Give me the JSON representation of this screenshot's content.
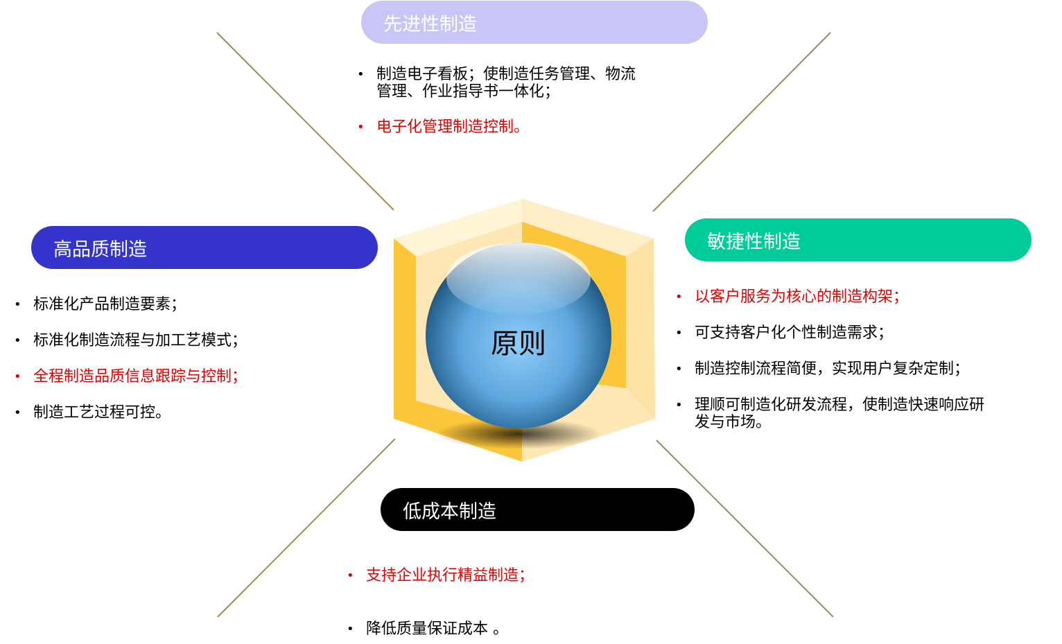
{
  "colors": {
    "connector": "#a08a55",
    "pill_top": "#c8c6f6",
    "pill_left": "#3434cc",
    "pill_right": "#00cc99",
    "pill_bottom": "#000000",
    "bullet_red": "#e00000",
    "hex_gold": "#fcc63a",
    "hex_light": "#fde7b4",
    "sphere": "#5ea9e2"
  },
  "center": {
    "label": "原则"
  },
  "sections": {
    "top": {
      "title": "先进性制造",
      "items": [
        {
          "lines": [
            "制造电子看板；使制造任务管理、物流",
            "管理、作业指导书一体化；"
          ],
          "color": "black"
        },
        {
          "lines": [
            "电子化管理制造控制。"
          ],
          "color": "red"
        }
      ]
    },
    "left": {
      "title": "高品质制造",
      "items": [
        {
          "lines": [
            "标准化产品制造要素；"
          ],
          "color": "black"
        },
        {
          "lines": [
            "标准化制造流程与加工艺模式；"
          ],
          "color": "black"
        },
        {
          "lines": [
            "全程制造品质信息跟踪与控制；"
          ],
          "color": "red"
        },
        {
          "lines": [
            "制造工艺过程可控。"
          ],
          "color": "black"
        }
      ]
    },
    "right": {
      "title": "敏捷性制造",
      "items": [
        {
          "lines": [
            "以客户服务为核心的制造构架；"
          ],
          "color": "red"
        },
        {
          "lines": [
            "可支持客户化个性制造需求；"
          ],
          "color": "black"
        },
        {
          "lines": [
            "制造控制流程简便，实现用户复杂定制；"
          ],
          "color": "black"
        },
        {
          "lines": [
            "理顺可制造化研发流程，使制造快速响应研",
            "发与市场。"
          ],
          "color": "black"
        }
      ]
    },
    "bottom": {
      "title": "低成本制造",
      "items": [
        {
          "lines": [
            "支持企业执行精益制造；"
          ],
          "color": "red"
        },
        {
          "lines": [
            "降低质量保证成本 。"
          ],
          "color": "black"
        }
      ]
    }
  }
}
